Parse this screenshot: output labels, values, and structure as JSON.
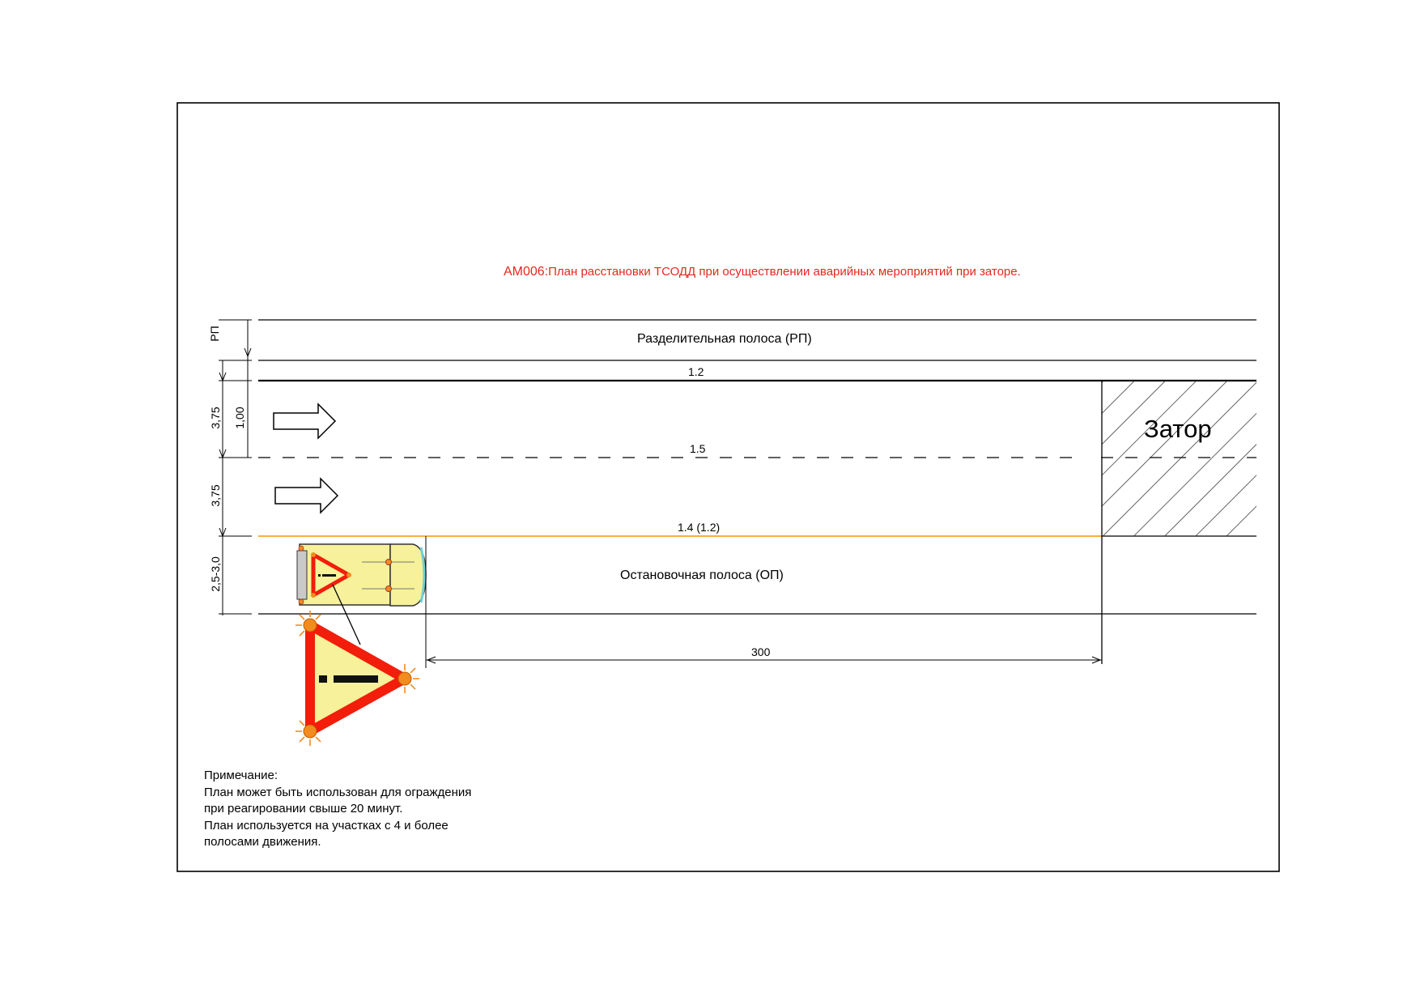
{
  "title": {
    "code": "АМ006:",
    "text": "План расстановки ТСОДД при осуществлении аварийных мероприятий при заторе."
  },
  "lanes": {
    "median_label": "Разделительная полоса (РП)",
    "shoulder_label": "Остановочная полоса (ОП)",
    "jam_label": "Затор"
  },
  "markings": {
    "top": "1.2",
    "middle": "1.5",
    "edge": "1.4 (1.2)"
  },
  "dimensions": {
    "rp": "РП",
    "lane1": "3,75",
    "lane1_inner": "1,00",
    "lane2": "3,75",
    "shoulder": "2,5-3,0",
    "distance": "300"
  },
  "note": {
    "heading": "Примечание:",
    "lines": [
      "План может быть использован для ограждения",
      "при реагировании свыше 20 минут.",
      "План используется на участках с 4 и более",
      "полосами движения."
    ]
  },
  "colors": {
    "title_red": "#e6271e",
    "edge_line": "#f5a623",
    "truck_body": "#f6f19a",
    "triangle_red": "#f21d0b",
    "beacon_orange": "#f28c1e"
  }
}
